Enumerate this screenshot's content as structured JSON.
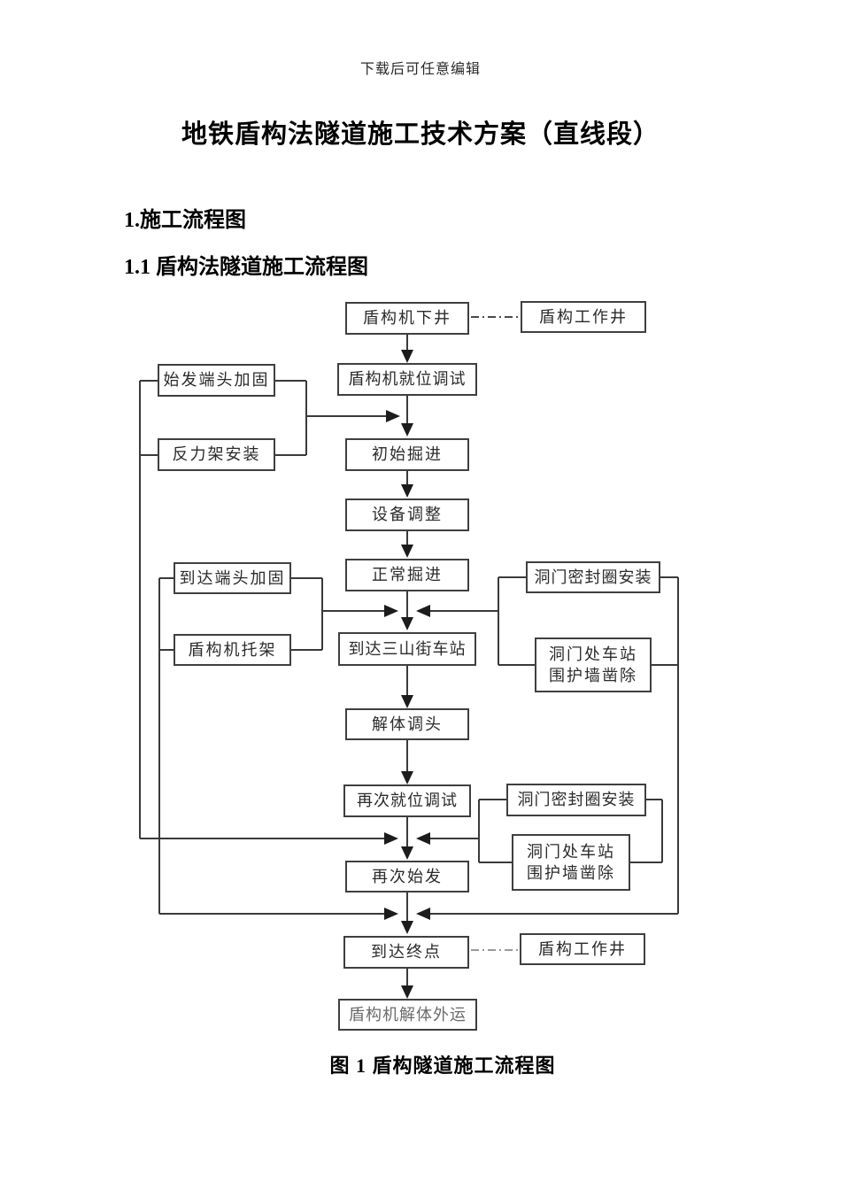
{
  "page": {
    "edit_note": "下载后可任意编辑",
    "title": "地铁盾构法隧道施工技术方案（直线段）",
    "section_heading": "1.施工流程图",
    "subsection_heading": "1.1 盾构法隧道施工流程图",
    "figure_caption": "图 1 盾构隧道施工流程图"
  },
  "flowchart": {
    "main_flow": [
      {
        "label": "盾构机下井"
      },
      {
        "label": "盾构机就位调试"
      },
      {
        "label": "初始掘进"
      },
      {
        "label": "设备调整"
      },
      {
        "label": "正常掘进"
      },
      {
        "label": "到达三山街车站"
      },
      {
        "label": "解体调头"
      },
      {
        "label": "再次就位调试"
      },
      {
        "label": "再次始发"
      },
      {
        "label": "到达终点"
      },
      {
        "label": "盾构机解体外运"
      }
    ],
    "side_nodes": {
      "shield_shaft_top": "盾构工作井",
      "shield_shaft_bottom": "盾构工作井",
      "launch_end_reinforcement": "始发端头加固",
      "reaction_frame_install": "反力架安装",
      "arrival_end_reinforcement": "到达端头加固",
      "shield_machine_cradle": "盾构机托架",
      "portal_seal_ring_install_1": "洞门密封圈安装",
      "portal_wall_demolition_1": {
        "line1": "洞门处车站",
        "line2": "围护墙凿除"
      },
      "portal_seal_ring_install_2": "洞门密封圈安装",
      "portal_wall_demolition_2": {
        "line1": "洞门处车站",
        "line2": "围护墙凿除"
      }
    },
    "line_color": "#3a3a3a"
  }
}
